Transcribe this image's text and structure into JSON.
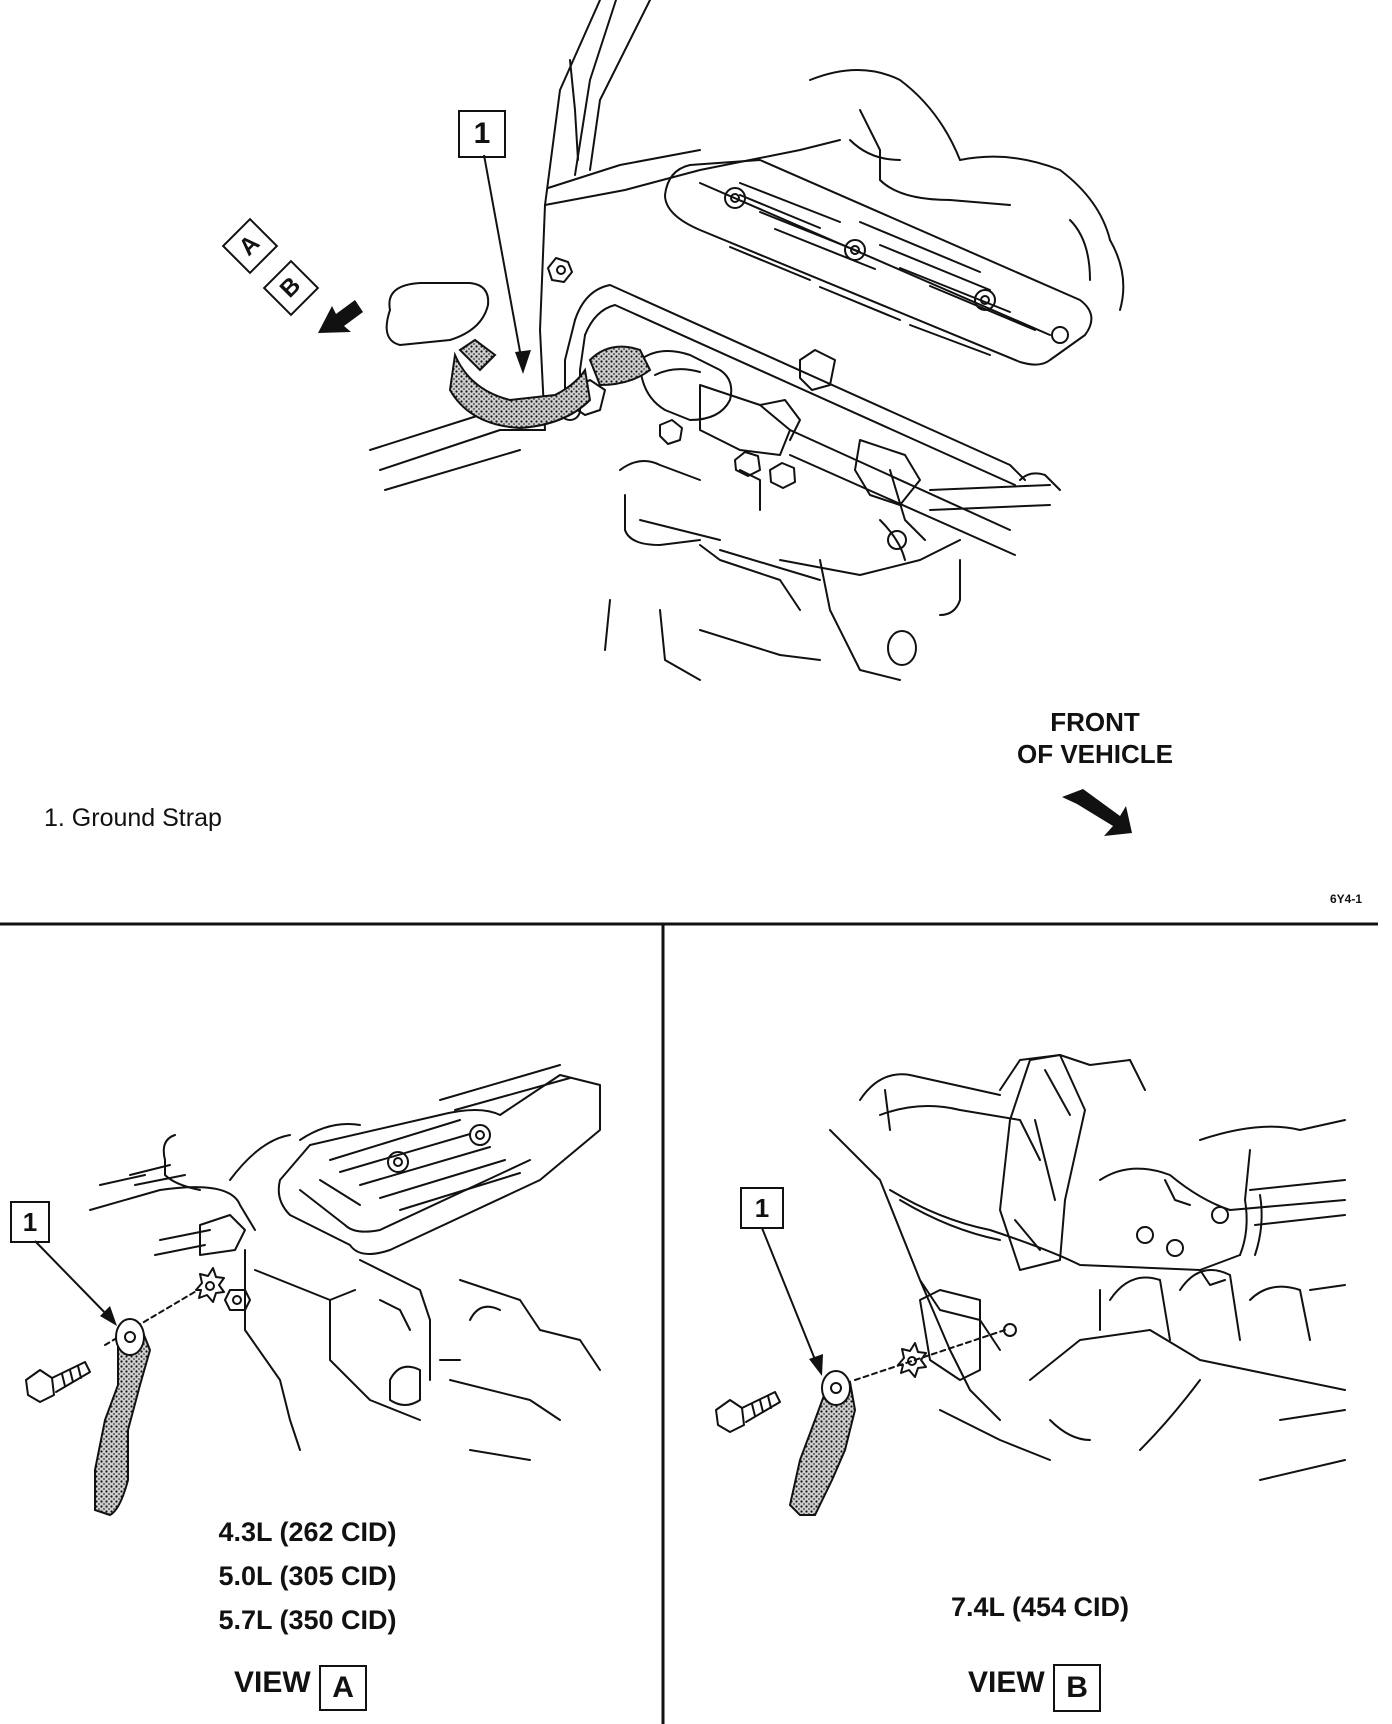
{
  "callout": "1",
  "legend": {
    "item": "1.  Ground Strap"
  },
  "direction": {
    "line1": "FRONT",
    "line2": "OF VEHICLE"
  },
  "figure_code": "6Y4-1",
  "view_markers": [
    "A",
    "B"
  ],
  "view_a": {
    "engines": [
      "4.3L (262 CID)",
      "5.0L (305 CID)",
      "5.7L (350 CID)"
    ],
    "view_word": "VIEW",
    "letter": "A"
  },
  "view_b": {
    "engines": [
      "7.4L (454 CID)"
    ],
    "view_word": "VIEW",
    "letter": "B"
  }
}
